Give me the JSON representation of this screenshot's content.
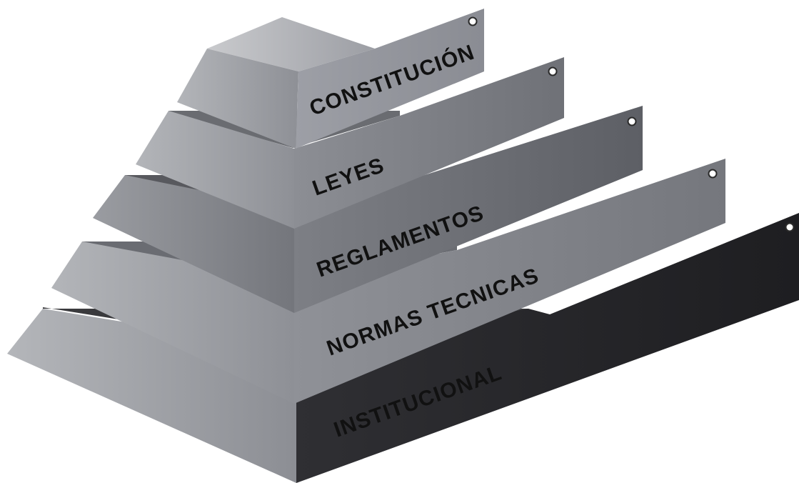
{
  "diagram": {
    "type": "layered-pyramid",
    "tiers": [
      {
        "label": "CONSTITUCIÓN",
        "color": "#a2a4ab"
      },
      {
        "label": "LEYES",
        "color": "#8f9197"
      },
      {
        "label": "REGLAMENTOS",
        "color": "#7b7d83"
      },
      {
        "label": "NORMAS TECNICAS",
        "color": "#8a8c92"
      },
      {
        "label": "INSTITUCIONAL",
        "color": "#2d2d30"
      }
    ]
  }
}
